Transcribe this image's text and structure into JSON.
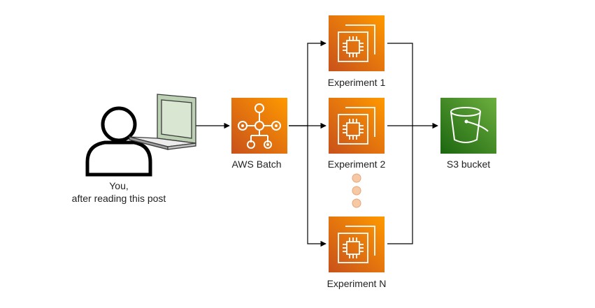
{
  "user": {
    "line1": "You,",
    "line2": "after reading this post"
  },
  "batch": {
    "label": "AWS Batch",
    "color": "#ED7100"
  },
  "experiments": [
    {
      "label": "Experiment 1"
    },
    {
      "label": "Experiment 2"
    },
    {
      "label": "Experiment N"
    }
  ],
  "s3": {
    "label": "S3 bucket",
    "color": "#3F8624"
  },
  "colors": {
    "compute": "#ED7100",
    "compute_dark": "#D05C17",
    "ellipsis": "#F6C9A6",
    "edge": "#000000"
  }
}
